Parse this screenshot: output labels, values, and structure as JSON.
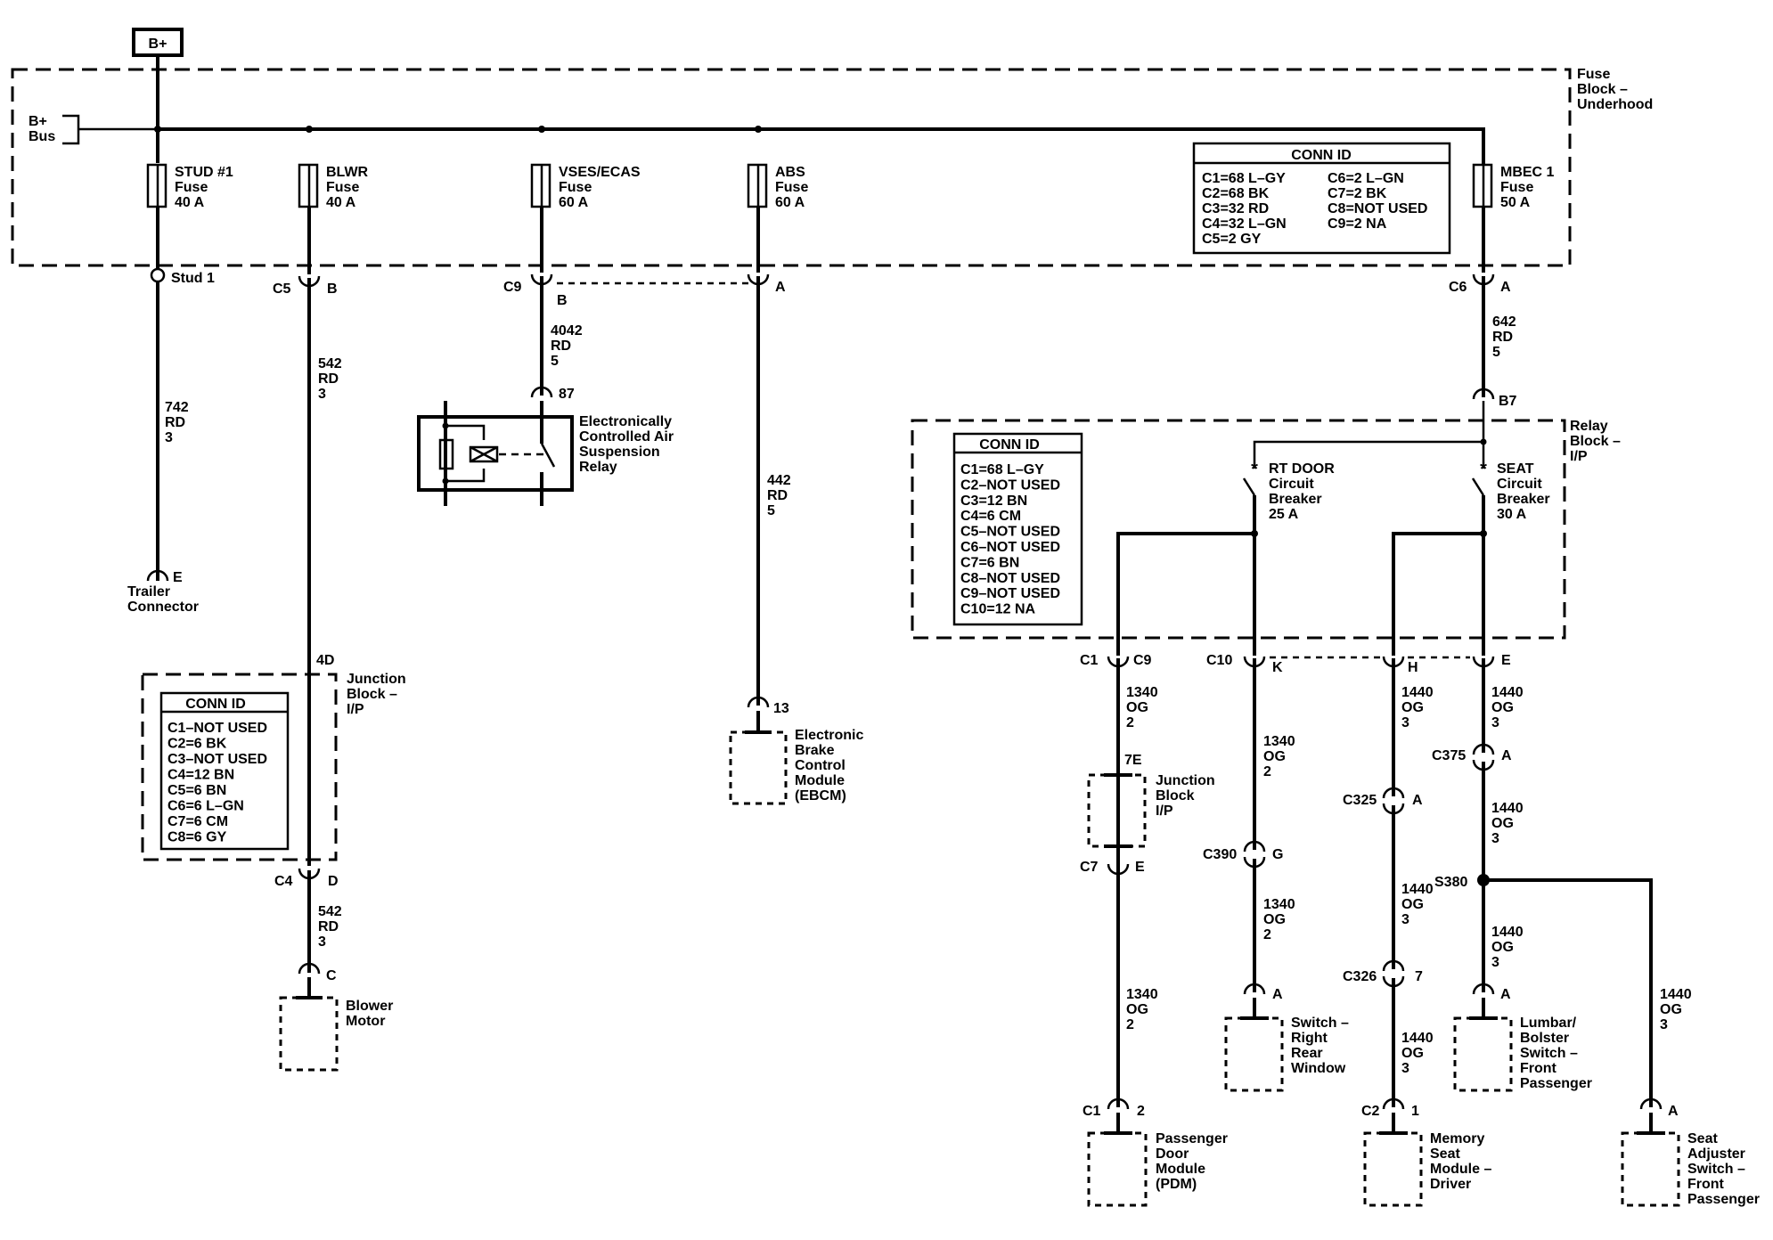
{
  "bplus": "B+",
  "fuse_block": [
    "Fuse",
    "Block –",
    "Underhood"
  ],
  "bus": [
    "B+",
    "Bus"
  ],
  "fuses": {
    "stud": [
      "STUD #1",
      "Fuse",
      "40 A"
    ],
    "blwr": [
      "BLWR",
      "Fuse",
      "40 A"
    ],
    "vses": [
      "VSES/ECAS",
      "Fuse",
      "60 A"
    ],
    "abs": [
      "ABS",
      "Fuse",
      "60 A"
    ],
    "mbec": [
      "MBEC 1",
      "Fuse",
      "50 A"
    ]
  },
  "conn_fuse": {
    "title": "CONN ID",
    "left": [
      "C1=68 L–GY",
      "C2=68 BK",
      "C3=32 RD",
      "C4=32 L–GN",
      "C5=2 GY"
    ],
    "right": [
      "C6=2 L–GN",
      "C7=2 BK",
      "C8=NOT USED",
      "C9=2 NA"
    ]
  },
  "conn_relay": {
    "title": "CONN ID",
    "rows": [
      "C1=68 L–GY",
      "C2–NOT USED",
      "C3=12 BN",
      "C4=6 CM",
      "C5–NOT USED",
      "C6–NOT USED",
      "C7=6 BN",
      "C8–NOT USED",
      "C9–NOT USED",
      "C10=12 NA"
    ]
  },
  "conn_jb": {
    "title": "CONN ID",
    "rows": [
      "C1–NOT USED",
      "C2=6 BK",
      "C3–NOT USED",
      "C4=12 BN",
      "C5=6 BN",
      "C6=6 L–GN",
      "C7=6 CM",
      "C8=6 GY"
    ]
  },
  "stud": {
    "label": "Stud 1",
    "wire": [
      "742",
      "RD",
      "3"
    ],
    "pin": "E",
    "dest": [
      "Trailer",
      "Connector"
    ]
  },
  "blwr": {
    "conn": "C5",
    "pin": "B",
    "wire": [
      "542",
      "RD",
      "3"
    ],
    "jb_pin": "4D",
    "jb": [
      "Junction",
      "Block –",
      "I/P"
    ],
    "c4": "C4",
    "c4_pin": "D",
    "wire2": [
      "542",
      "RD",
      "3"
    ],
    "motor_pin": "C",
    "motor": [
      "Blower",
      "Motor"
    ]
  },
  "vses": {
    "conn": "C9",
    "pin": "B",
    "wire": [
      "4042",
      "RD",
      "5"
    ],
    "relay_pin": "87",
    "relay": [
      "Electronically",
      "Controlled Air",
      "Suspension",
      "Relay"
    ]
  },
  "abs": {
    "pin": "A",
    "wire": [
      "442",
      "RD",
      "5"
    ],
    "ebcm_pin": "13",
    "ebcm": [
      "Electronic",
      "Brake",
      "Control",
      "Module",
      "(EBCM)"
    ]
  },
  "mbec": {
    "conn": "C6",
    "pin": "A",
    "wire": [
      "642",
      "RD",
      "5"
    ],
    "relay_pin": "B7",
    "relay_block": [
      "Relay",
      "Block –",
      "I/P"
    ],
    "rt_door": [
      "RT DOOR",
      "Circuit",
      "Breaker",
      "25 A"
    ],
    "seat": [
      "SEAT",
      "Circuit",
      "Breaker",
      "30 A"
    ]
  },
  "out": {
    "c1": "C1",
    "c9": "C9",
    "c10": "C10",
    "k": "K",
    "h": "H",
    "e": "E",
    "w1340": [
      "1340",
      "OG",
      "2"
    ],
    "w1440": [
      "1440",
      "OG",
      "3"
    ],
    "jb7e": "7E",
    "jb_ip": [
      "Junction",
      "Block",
      "I/P"
    ],
    "c7": "C7",
    "c7pin": "E",
    "c1b": "C1",
    "pdm_pin": "2",
    "pdm": [
      "Passenger",
      "Door",
      "Module",
      "(PDM)"
    ],
    "c390": "C390",
    "g": "G",
    "sw_pin": "A",
    "sw": [
      "Switch –",
      "Right",
      "Rear",
      "Window"
    ],
    "c325": "C325",
    "c325pin": "A",
    "c326": "C326",
    "c326pin": "7",
    "c2": "C2",
    "msm_pin": "1",
    "msm": [
      "Memory",
      "Seat",
      "Module –",
      "Driver"
    ],
    "c375": "C375",
    "c375pin": "A",
    "s380": "S380",
    "lumbar_pin": "A",
    "lumbar": [
      "Lumbar/",
      "Bolster",
      "Switch –",
      "Front",
      "Passenger"
    ],
    "seat_pin": "A",
    "seatsw": [
      "Seat",
      "Adjuster",
      "Switch –",
      "Front",
      "Passenger"
    ]
  }
}
